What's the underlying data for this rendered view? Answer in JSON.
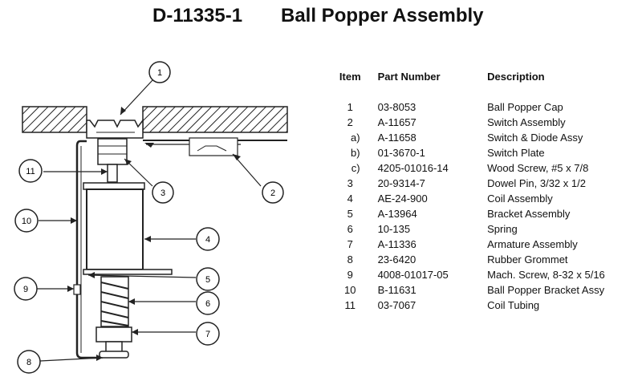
{
  "header": {
    "doc_number": "D-11335-1",
    "title": "Ball Popper Assembly"
  },
  "table": {
    "headers": {
      "item": "Item",
      "part": "Part Number",
      "desc": "Description"
    },
    "rows": [
      {
        "item": "1",
        "part": "03-8053",
        "desc": "Ball Popper Cap"
      },
      {
        "item": "2",
        "part": "A-11657",
        "desc": "Switch Assembly"
      },
      {
        "item": "a)",
        "part": "A-11658",
        "desc": "Switch & Diode Assy"
      },
      {
        "item": "b)",
        "part": "01-3670-1",
        "desc": "Switch Plate"
      },
      {
        "item": "c)",
        "part": "4205-01016-14",
        "desc": "Wood Screw, #5 x 7/8"
      },
      {
        "item": "3",
        "part": "20-9314-7",
        "desc": "Dowel Pin, 3/32 x 1/2"
      },
      {
        "item": "4",
        "part": "AE-24-900",
        "desc": "Coil Assembly"
      },
      {
        "item": "5",
        "part": "A-13964",
        "desc": "Bracket Assembly"
      },
      {
        "item": "6",
        "part": "10-135",
        "desc": "Spring"
      },
      {
        "item": "7",
        "part": "A-11336",
        "desc": "Armature Assembly"
      },
      {
        "item": "8",
        "part": "23-6420",
        "desc": "Rubber Grommet"
      },
      {
        "item": "9",
        "part": "4008-01017-05",
        "desc": "Mach. Screw, 8-32 x 5/16"
      },
      {
        "item": "10",
        "part": "B-11631",
        "desc": "Ball Popper Bracket Assy"
      },
      {
        "item": "11",
        "part": "03-7067",
        "desc": "Coil Tubing"
      }
    ]
  },
  "callouts": {
    "c1": "1",
    "c2": "2",
    "c3": "3",
    "c4": "4",
    "c5": "5",
    "c6": "6",
    "c7": "7",
    "c8": "8",
    "c9": "9",
    "c10": "10",
    "c11": "11"
  }
}
